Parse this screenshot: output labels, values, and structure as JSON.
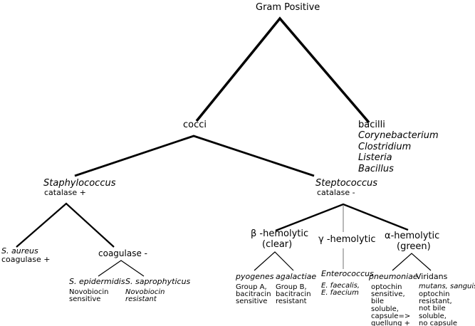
{
  "colors": {
    "background": "#ffffff",
    "text": "#000000",
    "edge": "#000000",
    "gamma_edge": "#9a9a9a"
  },
  "tree": {
    "root": {
      "label": "Gram Positive"
    },
    "cocci": {
      "label": "cocci"
    },
    "bacilli": {
      "label": "bacilli",
      "genera": "Corynebacterium\nClostridium\nListeria\nBacillus"
    },
    "staphylococcus": {
      "name": "Staphylococcus",
      "test": "catalase +"
    },
    "s_aureus": {
      "name": "S. aureus",
      "test": "coagulase +"
    },
    "coagulase_negative": {
      "label": "coagulase -"
    },
    "s_epidermidis": {
      "name": "S. epidermidis",
      "note": "Novobiocin\nsensitive"
    },
    "s_saprophyticus": {
      "name": "S. saprophyticus",
      "note": "Novobiocin\nresistant"
    },
    "steptococcus": {
      "name": "Steptococcus",
      "test": "catalase -"
    },
    "beta_hemolytic": {
      "label": "β -hemolytic",
      "sub": "(clear)"
    },
    "gamma_hemolytic": {
      "label": "γ -hemolytic"
    },
    "alpha_hemolytic": {
      "label": "α-hemolytic",
      "sub": "(green)"
    },
    "pyogenes": {
      "name": "pyogenes",
      "note": "Group A,\nbacitracin\nsensitive"
    },
    "agalactiae": {
      "name": "agalactiae",
      "note": "Group B,\nbacitracin\nresistant"
    },
    "enterococcus": {
      "name": "Enterococcus",
      "species": "E. faecalis,\nE. faecium"
    },
    "pneumoniae": {
      "name": "pneumoniae",
      "note": "optochin\nsensitive,\nbile\nsoluble,\ncapsule=>\nquellung +"
    },
    "viridans": {
      "name": "Viridans",
      "species": "mutans, sanguis",
      "note": "optochin\nresistant,\nnot bile soluble,\nno capsule"
    }
  }
}
